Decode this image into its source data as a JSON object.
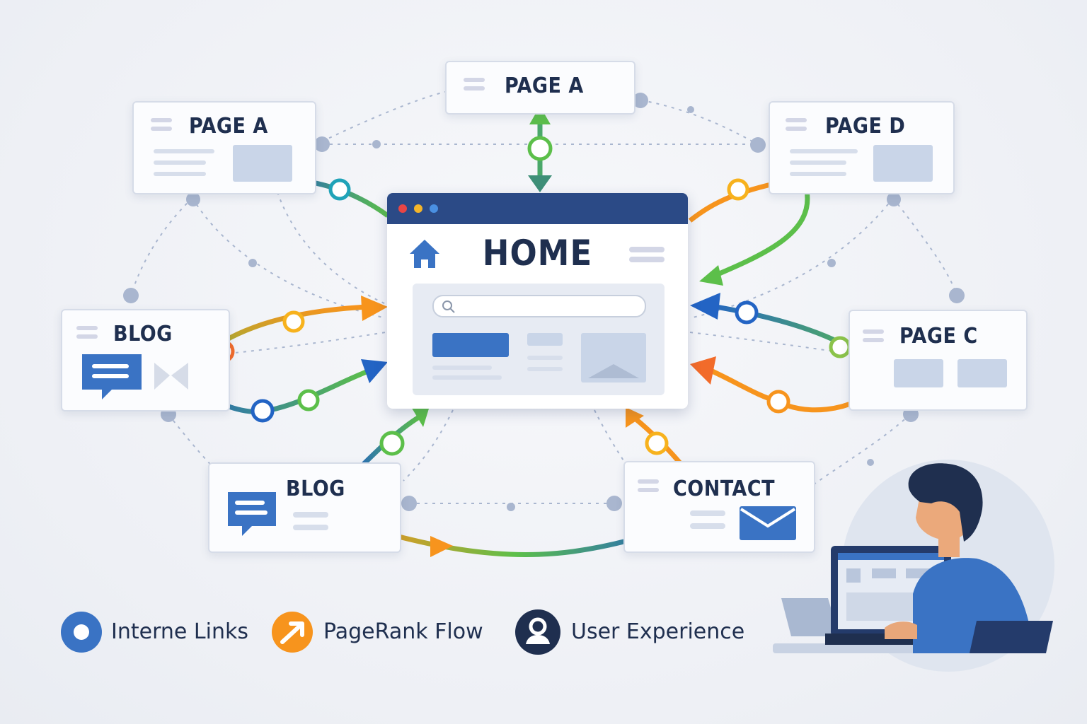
{
  "nodes": {
    "home": {
      "title": "HOME"
    },
    "page_a_top": {
      "title": "PAGE A"
    },
    "page_a_left": {
      "title": "PAGE A"
    },
    "page_d": {
      "title": "PAGE D"
    },
    "blog_left": {
      "title": "BLOG"
    },
    "page_c": {
      "title": "PAGE C"
    },
    "blog_bottom": {
      "title": "BLOG"
    },
    "contact": {
      "title": "CONTACT"
    }
  },
  "legend": [
    {
      "label": "Interne Links",
      "icon": "link-node-icon",
      "color": "#3a73c4"
    },
    {
      "label": "PageRank Flow",
      "icon": "arrow-up-right-icon",
      "color": "#f7941d"
    },
    {
      "label": "User Experience",
      "icon": "user-icon",
      "color": "#1f2f4f"
    }
  ],
  "colors": {
    "navy": "#1f2f4f",
    "browser_bar": "#2b4a86",
    "link_blue": "#2364c4",
    "flow_orange": "#f7941d",
    "flow_green": "#5cbf4a"
  }
}
